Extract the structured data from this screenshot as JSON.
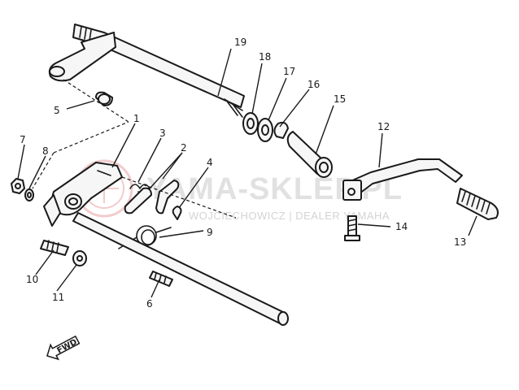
{
  "watermark": {
    "brand": "YAMA-SKLEP.PL",
    "subtitle": "WOJCIECHOWICZ | DEALER YAMAHA"
  },
  "direction_badge": {
    "label": "FWD"
  },
  "callouts": [
    {
      "id": "1",
      "label": "1"
    },
    {
      "id": "2",
      "label": "2"
    },
    {
      "id": "3",
      "label": "3"
    },
    {
      "id": "4",
      "label": "4"
    },
    {
      "id": "5",
      "label": "5"
    },
    {
      "id": "6",
      "label": "6"
    },
    {
      "id": "7",
      "label": "7"
    },
    {
      "id": "8",
      "label": "8"
    },
    {
      "id": "9",
      "label": "9"
    },
    {
      "id": "10",
      "label": "10"
    },
    {
      "id": "11",
      "label": "11"
    },
    {
      "id": "12",
      "label": "12"
    },
    {
      "id": "13",
      "label": "13"
    },
    {
      "id": "14",
      "label": "14"
    },
    {
      "id": "15",
      "label": "15"
    },
    {
      "id": "16",
      "label": "16"
    },
    {
      "id": "17",
      "label": "17"
    },
    {
      "id": "18",
      "label": "18"
    },
    {
      "id": "19",
      "label": "19"
    }
  ]
}
